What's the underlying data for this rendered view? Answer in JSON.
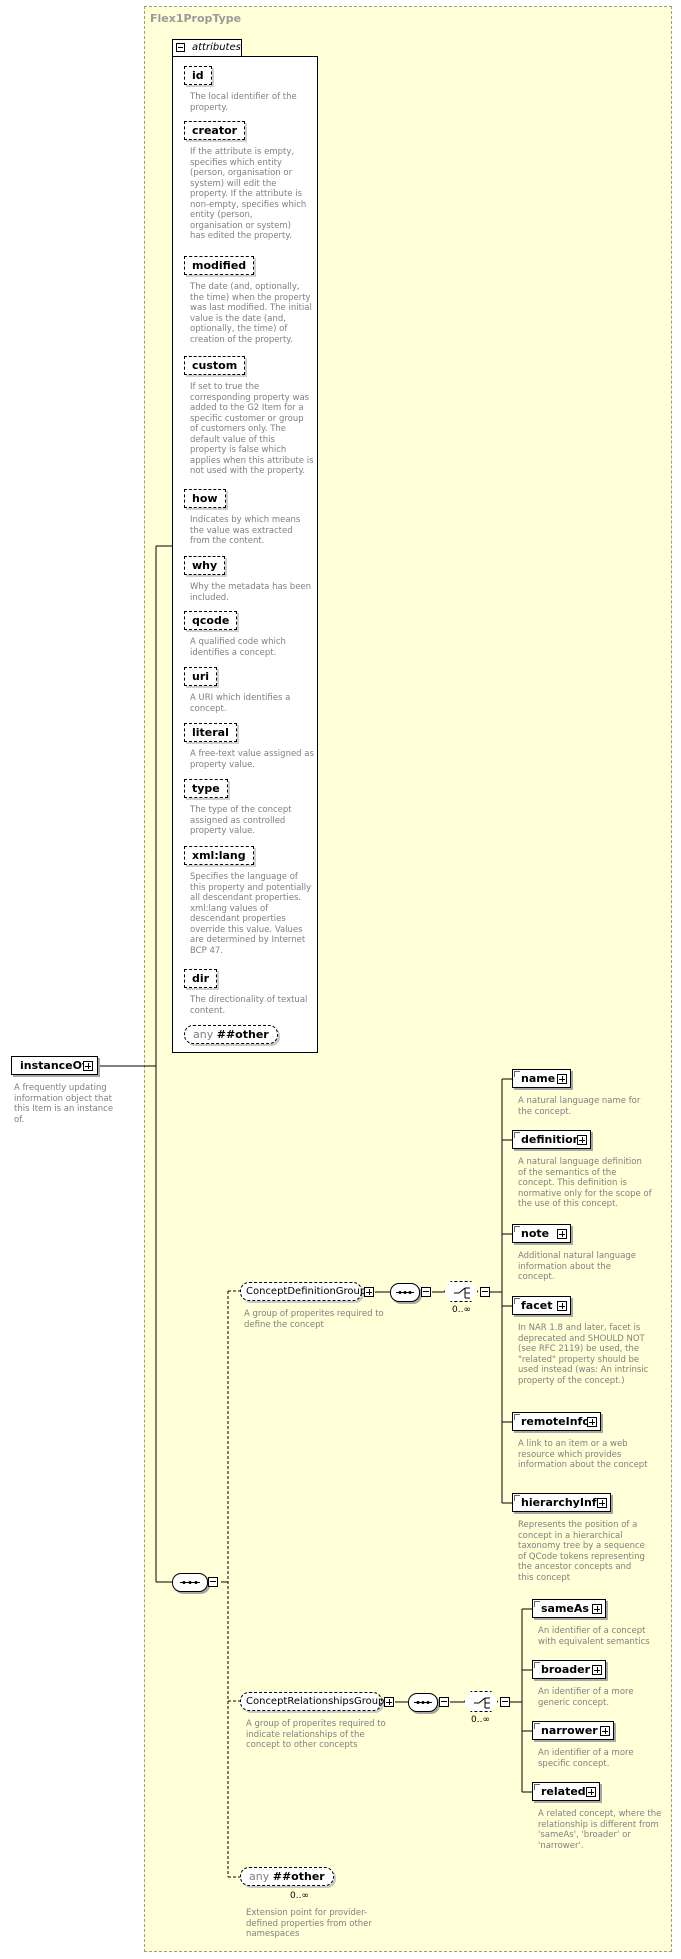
{
  "type_name": "Flex1PropType",
  "attributes_label": "attributes",
  "root": {
    "name": "instanceOf",
    "description": "A frequently updating information object that this Item is an instance of."
  },
  "attributes": [
    {
      "name": "id",
      "description": "The local identifier of the property."
    },
    {
      "name": "creator",
      "description": "If the attribute is empty, specifies which entity (person, organisation or system) will edit the property. If the attribute is non-empty, specifies which entity (person, organisation or system) has edited the property."
    },
    {
      "name": "modified",
      "description": "The date (and, optionally, the time) when the property was last modified. The initial value is the date (and, optionally, the time) of creation of the property."
    },
    {
      "name": "custom",
      "description": "If set to true the corresponding property was added to the G2 Item for a specific customer or group of customers only. The default value of this property is false which applies when this attribute is not used with the property."
    },
    {
      "name": "how",
      "description": "Indicates by which means the value was extracted from the content."
    },
    {
      "name": "why",
      "description": "Why the metadata has been included."
    },
    {
      "name": "qcode",
      "description": "A qualified code which identifies a concept."
    },
    {
      "name": "uri",
      "description": "A URI which identifies a concept."
    },
    {
      "name": "literal",
      "description": "A free-text value assigned as property value."
    },
    {
      "name": "type",
      "description": "The type of the concept assigned as controlled property value."
    },
    {
      "name": "xml:lang",
      "description": "Specifies the language of this property and potentially all descendant properties. xml:lang values of descendant properties override this value. Values are determined by Internet BCP 47."
    },
    {
      "name": "dir",
      "description": "The directionality of textual content."
    }
  ],
  "attr_any": {
    "keyword": "any",
    "namespace": "##other"
  },
  "groups": {
    "definition": {
      "name": "ConceptDefinitionGroup",
      "description": "A group of properites required to define the concept",
      "cardinality": "0..∞",
      "elements": [
        {
          "name": "name",
          "description": "A natural language name for the concept."
        },
        {
          "name": "definition",
          "description": "A natural language definition of the semantics of the concept. This definition is normative only for the scope of the use of this concept."
        },
        {
          "name": "note",
          "description": "Additional natural language information about the concept."
        },
        {
          "name": "facet",
          "description": "In NAR 1.8 and later, facet is deprecated and SHOULD NOT (see RFC 2119) be used, the \"related\" property should be used instead (was: An intrinsic property of the concept.)"
        },
        {
          "name": "remoteInfo",
          "description": "A link to an item or a web resource which provides information about the concept"
        },
        {
          "name": "hierarchyInfo",
          "description": "Represents the position of a concept in a hierarchical taxonomy tree by a sequence of QCode tokens representing the ancestor concepts and this concept"
        }
      ]
    },
    "relationships": {
      "name": "ConceptRelationshipsGroup",
      "description": "A group of properites required to indicate relationships of the concept to other concepts",
      "cardinality": "0..∞",
      "elements": [
        {
          "name": "sameAs",
          "description": "An identifier of a concept with equivalent semantics"
        },
        {
          "name": "broader",
          "description": "An identifier of a more generic concept."
        },
        {
          "name": "narrower",
          "description": "An identifier of a more specific concept."
        },
        {
          "name": "related",
          "description": "A related concept, where the relationship is different from 'sameAs', 'broader' or 'narrower'."
        }
      ]
    }
  },
  "ext_any": {
    "keyword": "any",
    "namespace": "##other",
    "cardinality": "0..∞",
    "description": "Extension point for provider-defined properties from other namespaces"
  }
}
